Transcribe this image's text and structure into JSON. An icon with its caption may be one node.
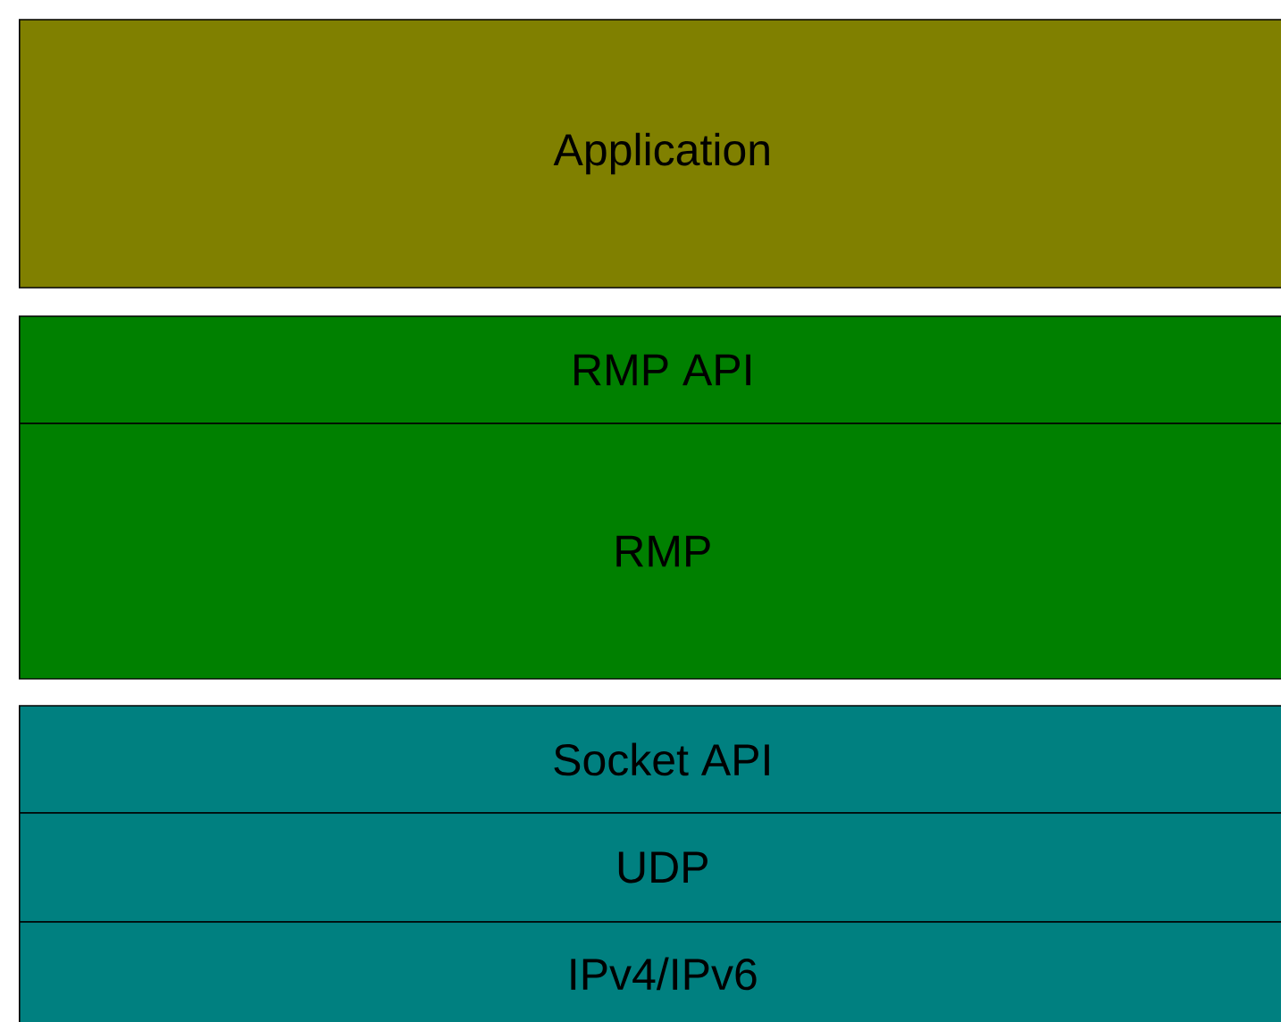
{
  "diagram": {
    "nodes": [
      {
        "text": [
          "Application"
        ]
      },
      {
        "text": [
          "RMP API"
        ]
      },
      {
        "text": [
          "RMP"
        ]
      },
      {
        "text": [
          "Socket API"
        ]
      },
      {
        "text": [
          "UDP"
        ]
      },
      {
        "text": [
          "IPv4/IPv6"
        ]
      }
    ]
  }
}
